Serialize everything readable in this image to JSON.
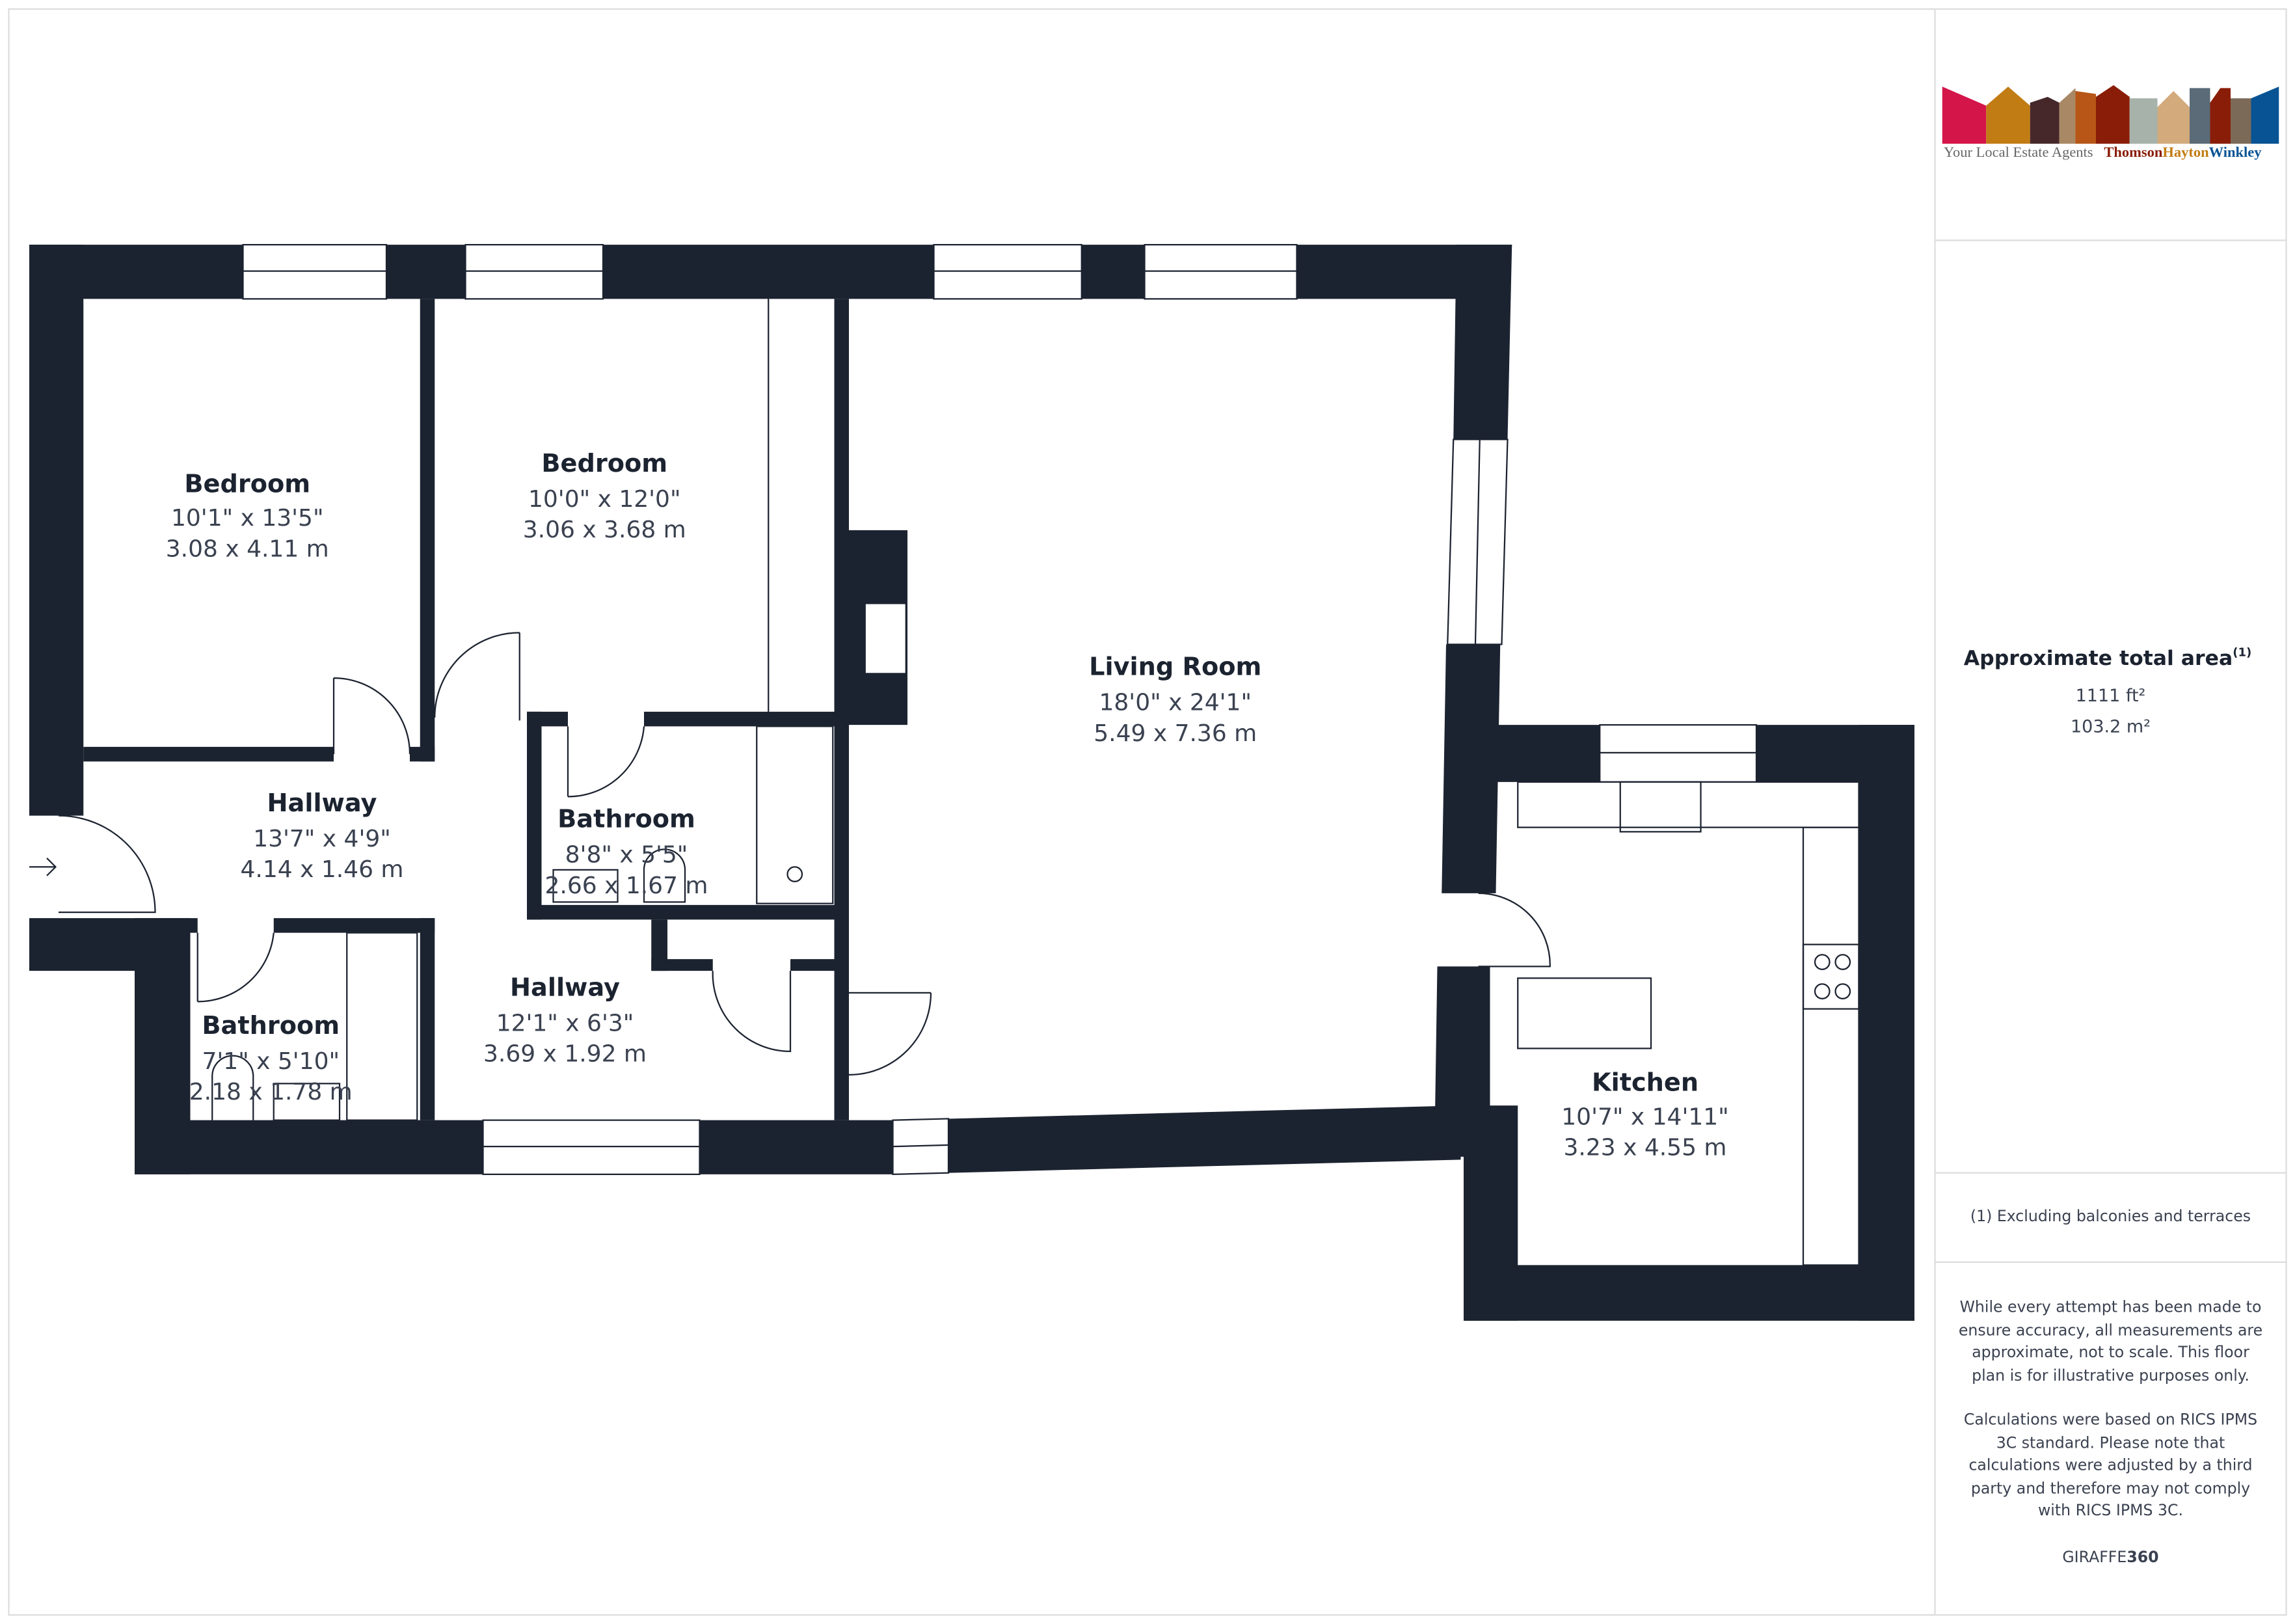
{
  "logo": {
    "tagline": "Your Local Estate Agents",
    "brand_1": "Thomson",
    "brand_2": "Hayton",
    "brand_3": "Winkley",
    "colors": [
      "#d4154a",
      "#c27c14",
      "#46282a",
      "#a98865",
      "#b75616",
      "#8a1d08",
      "#a6b2aa",
      "#d2aa7c",
      "#5b6b77",
      "#8a1d08",
      "#7b6a58",
      "#075394"
    ]
  },
  "rooms": [
    {
      "name": "Bedroom",
      "imperial": "10'1\" x 13'5\"",
      "metric": "3.08 x 4.11 m"
    },
    {
      "name": "Bedroom",
      "imperial": "10'0\" x 12'0\"",
      "metric": "3.06 x 3.68 m"
    },
    {
      "name": "Living Room",
      "imperial": "18'0\" x 24'1\"",
      "metric": "5.49 x 7.36 m"
    },
    {
      "name": "Hallway",
      "imperial": "13'7\" x 4'9\"",
      "metric": "4.14 x 1.46 m"
    },
    {
      "name": "Bathroom",
      "imperial": "8'8\" x 5'5\"",
      "metric": "2.66 x 1.67 m"
    },
    {
      "name": "Hallway",
      "imperial": "12'1\" x 6'3\"",
      "metric": "3.69 x 1.92 m"
    },
    {
      "name": "Bathroom",
      "imperial": "7'1\" x 5'10\"",
      "metric": "2.18 x 1.78 m"
    },
    {
      "name": "Kitchen",
      "imperial": "10'7\" x 14'11\"",
      "metric": "3.23 x 4.55 m"
    }
  ],
  "sidebar": {
    "area_title": "Approximate total area",
    "area_note_mark": "(1)",
    "area_ft": "1111 ft²",
    "area_m": "103.2 m²",
    "footnote": "(1) Excluding balconies and terraces",
    "disclaimer_1": [
      "While every attempt has been made to",
      "ensure accuracy, all measurements are",
      "approximate, not to scale. This floor",
      "plan is for illustrative purposes only."
    ],
    "disclaimer_2": [
      "Calculations were based on RICS IPMS",
      "3C standard. Please note that",
      "calculations were adjusted by a third",
      "party and therefore may not comply",
      "with RICS IPMS 3C."
    ],
    "credit_a": "GIRAFFE",
    "credit_b": "360"
  }
}
